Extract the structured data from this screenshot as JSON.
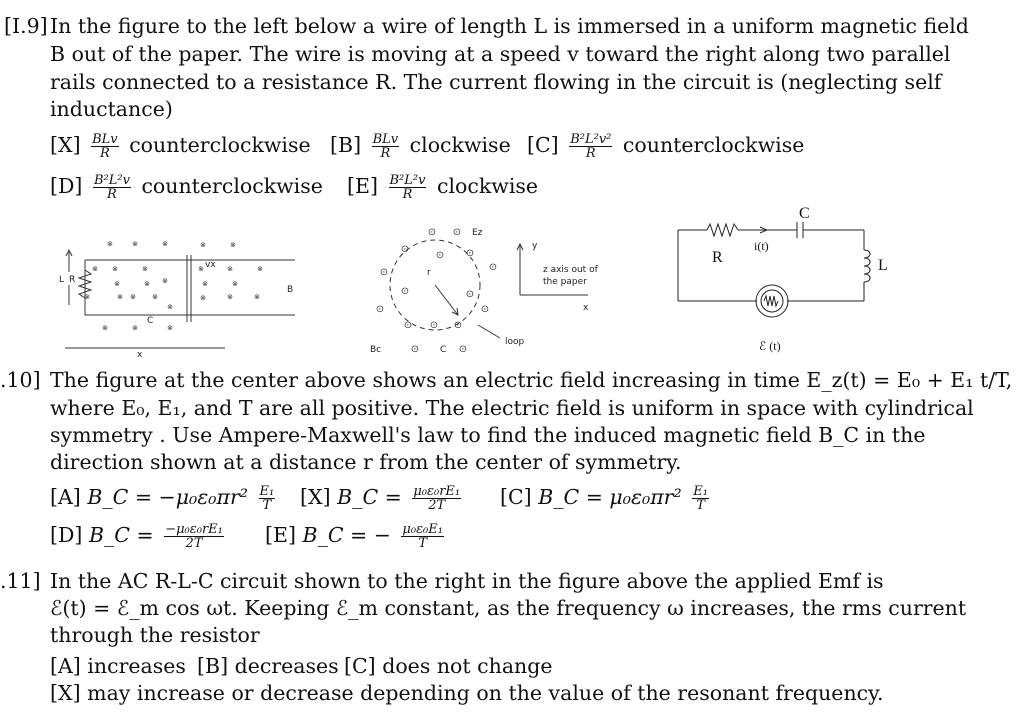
{
  "q9": {
    "number": "[I.9]",
    "lines": [
      "In the figure to the left below a wire of length L is immersed in a uniform magnetic field",
      "B out of the paper. The wire is moving at a speed v toward the right along two parallel",
      "rails connected to a resistance R. The current flowing in the circuit is (neglecting self",
      "inductance)"
    ],
    "options": [
      {
        "tag": "[X]",
        "num": "BLv",
        "den": "R",
        "text": "counterclockwise"
      },
      {
        "tag": "[B]",
        "num": "BLv",
        "den": "R",
        "text": "clockwise"
      },
      {
        "tag": "[C]",
        "num": "B²L²v²",
        "den": "R",
        "text": "counterclockwise"
      },
      {
        "tag": "[D]",
        "num": "B²L²v",
        "den": "R",
        "text": "counterclockwise"
      },
      {
        "tag": "[E]",
        "num": "B²L²v",
        "den": "R",
        "text": "clockwise"
      }
    ]
  },
  "figures": {
    "left": {
      "L": "L",
      "R": "R",
      "vx": "vx",
      "B": "B",
      "C": "C",
      "x": "x"
    },
    "center": {
      "Ez": "Ez",
      "y": "y",
      "r": "r",
      "zaxis1": "z axis out of",
      "zaxis2": "the paper",
      "x": "x",
      "loop": "loop",
      "Bc": "Bc",
      "C": "C"
    },
    "right": {
      "C": "C",
      "R": "R",
      "it": "i(t)",
      "L": "L",
      "emf": "ℰ (t)"
    }
  },
  "q10": {
    "number": ".10]",
    "lines": [
      "The figure at the center above shows an electric field increasing in time E_z(t) = E₀ + E₁ t/T,",
      "where E₀, E₁, and T are all positive. The electric field is uniform in space with cylindrical",
      "symmetry .  Use Ampere-Maxwell's law to find the induced magnetic field B_C in the",
      "direction shown at a distance r from the center of symmetry."
    ],
    "options": [
      {
        "tag": "[A]",
        "lhs": "B_C = −μ₀ε₀πr²",
        "num": "E₁",
        "den": "T"
      },
      {
        "tag": "[X]",
        "lhs": "B_C =",
        "num": "μ₀ε₀rE₁",
        "den": "2T"
      },
      {
        "tag": "[C]",
        "lhs": "B_C = μ₀ε₀πr²",
        "num": "E₁",
        "den": "T"
      },
      {
        "tag": "[D]",
        "lhs": "B_C =",
        "num": "−μ₀ε₀rE₁",
        "den": "2T"
      },
      {
        "tag": "[E]",
        "lhs": "B_C = −",
        "num": "μ₀ε₀E₁",
        "den": "T"
      }
    ]
  },
  "q11": {
    "number": ".11]",
    "lines": [
      "In the AC R-L-C circuit shown to the right in the figure above the applied Emf is",
      "ℰ(t) = ℰ_m cos ωt.  Keeping ℰ_m constant, as the frequency ω increases, the rms current",
      "through the resistor"
    ],
    "options": [
      {
        "tag": "[A]",
        "text": "increases"
      },
      {
        "tag": "[B]",
        "text": "decreases"
      },
      {
        "tag": "[C]",
        "text": "does not change"
      },
      {
        "tag": "[X]",
        "text": "may increase or decrease depending on the value of the resonant frequency."
      }
    ]
  }
}
